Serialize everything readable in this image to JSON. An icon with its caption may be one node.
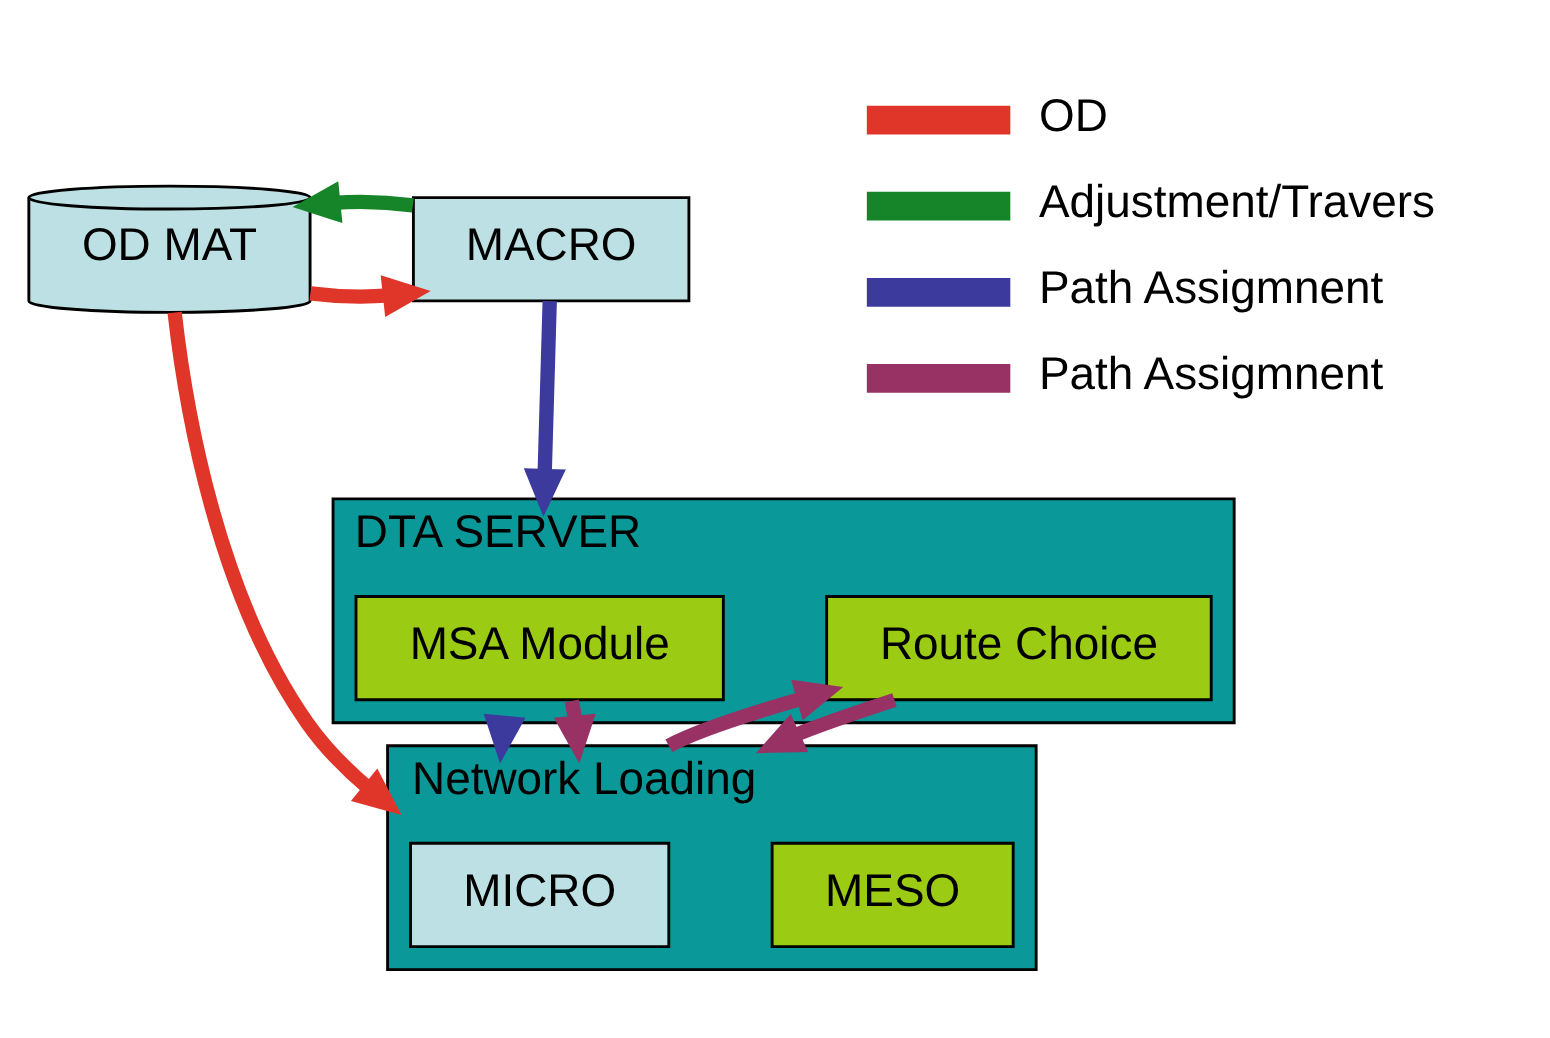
{
  "diagram": {
    "nodes": [
      {
        "text": [
          "OD MAT"
        ]
      },
      {
        "text": [
          "MACRO"
        ]
      },
      {
        "text": [
          "DTA SERVER"
        ]
      },
      {
        "text": [
          "MSA Module"
        ],
        "in": 2
      },
      {
        "text": [
          "Route Choice"
        ],
        "in": 2
      },
      {
        "text": [
          "Network Loading"
        ]
      },
      {
        "text": [
          "MICRO"
        ],
        "in": 5
      },
      {
        "text": [
          "MESO"
        ],
        "in": 5
      }
    ],
    "edges": [
      {
        "from": 0,
        "to": 1,
        "arrow": "to",
        "color": "#e0362a"
      },
      {
        "from": 1,
        "to": 0,
        "arrow": "to",
        "color": "#16852a"
      },
      {
        "from": 1,
        "to": 2,
        "arrow": "to",
        "color": "#3d3a9e"
      },
      {
        "from": 2,
        "to": 5,
        "arrow": "to",
        "color": "#3d3a9e"
      },
      {
        "from": 3,
        "to": 5,
        "arrow": "to",
        "color": "#983264"
      },
      {
        "from": 4,
        "to": 5,
        "arrow": "to",
        "color": "#983264"
      },
      {
        "from": 5,
        "to": 4,
        "arrow": "to",
        "color": "#983264"
      },
      {
        "from": 0,
        "to": 5,
        "arrow": "to",
        "color": "#e0362a"
      }
    ],
    "legend": [
      {
        "text": "OD",
        "color": "#e0362a"
      },
      {
        "text": "Adjustment/Travers",
        "color": "#16852a"
      },
      {
        "text": "Path Assigmnent",
        "color": "#3d3a9e"
      },
      {
        "text": "Path Assigmnent",
        "color": "#983264"
      }
    ]
  }
}
